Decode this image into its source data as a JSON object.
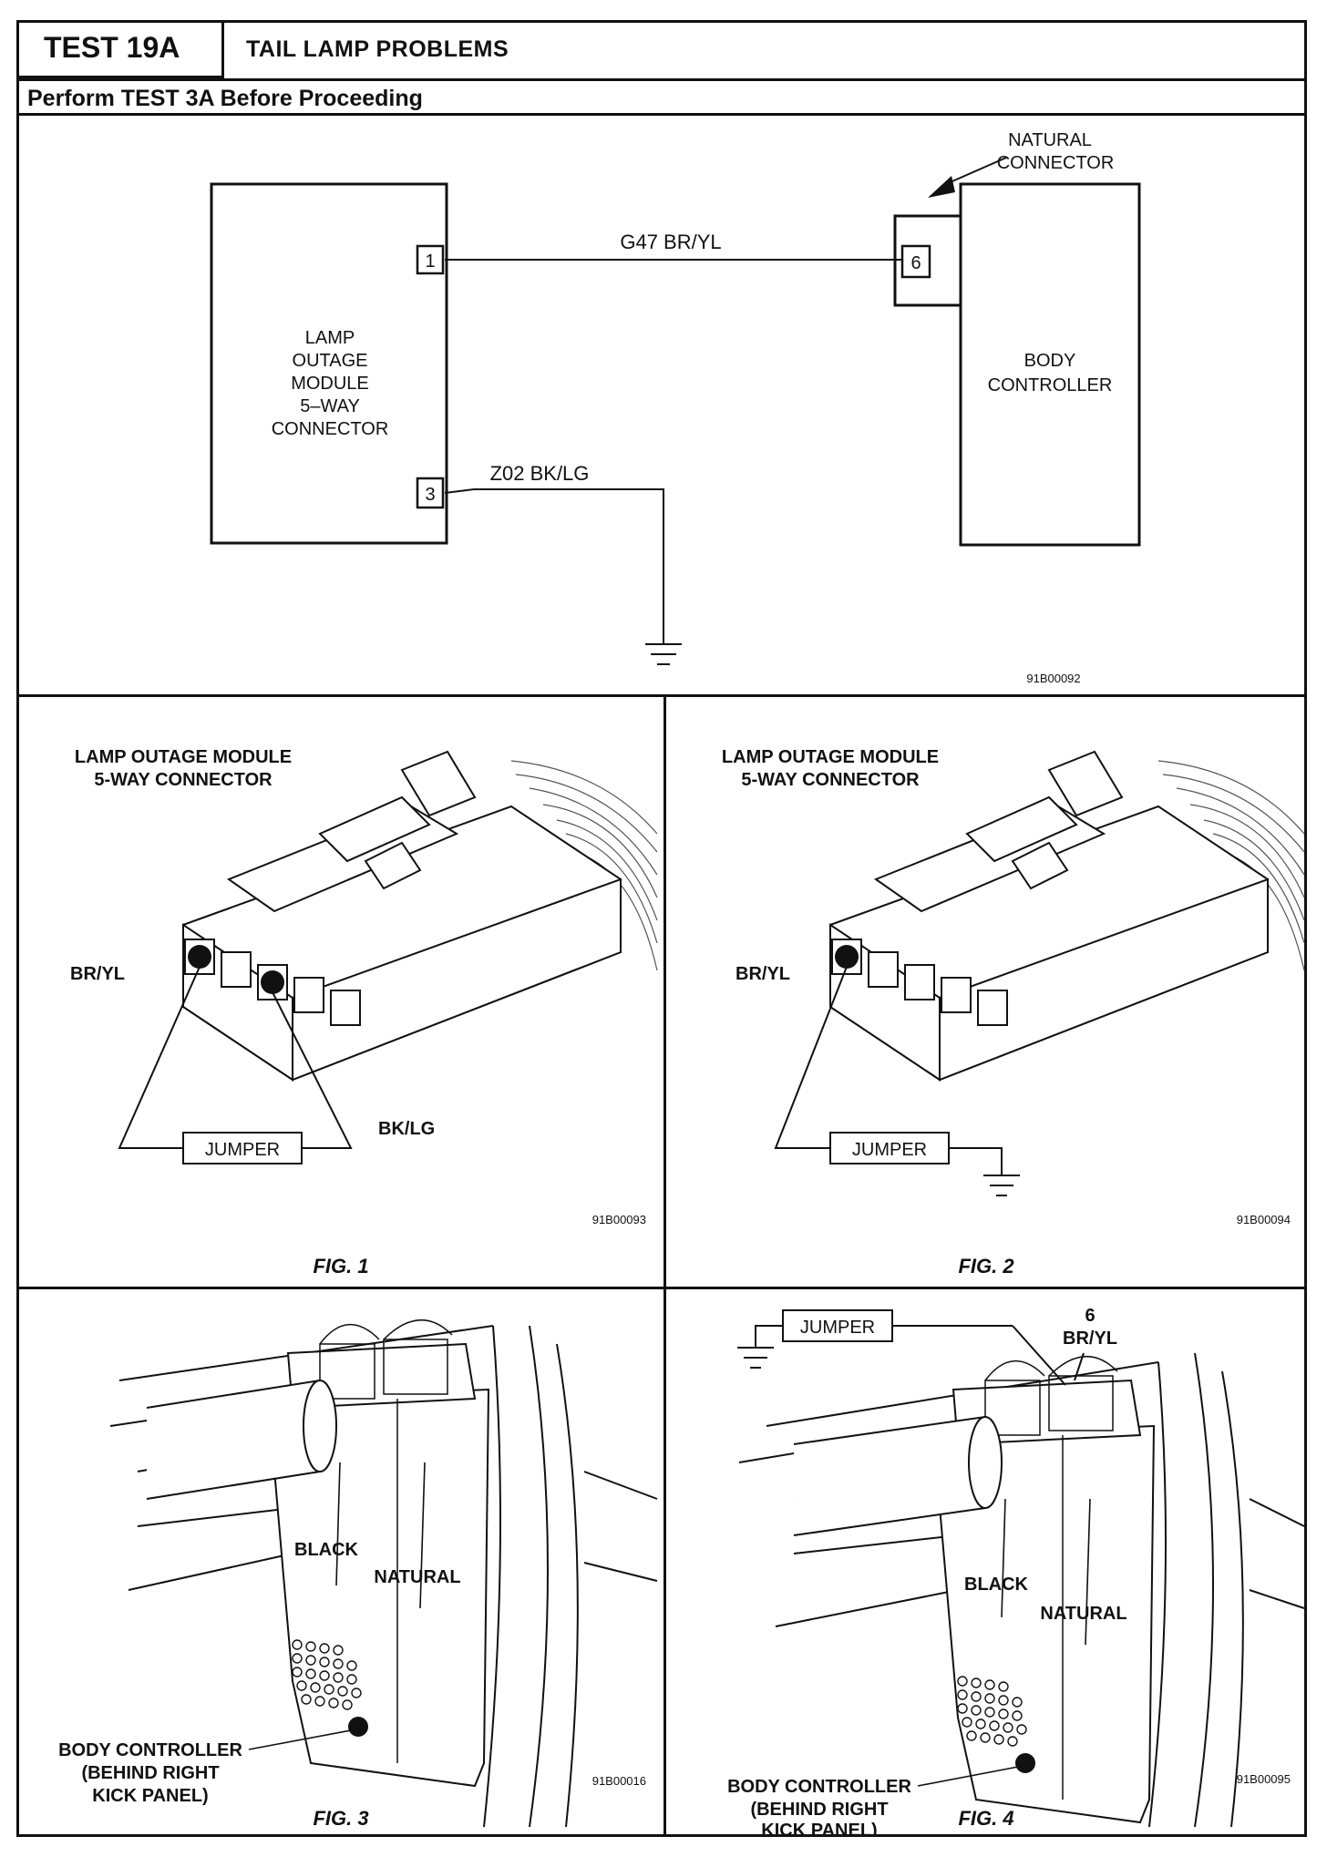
{
  "header": {
    "test_id": "TEST 19A",
    "title": "TAIL LAMP PROBLEMS",
    "subtitle": "Perform TEST 3A Before Proceeding"
  },
  "schematic": {
    "module_label_lines": [
      "LAMP",
      "OUTAGE",
      "MODULE",
      "5–WAY",
      "CONNECTOR"
    ],
    "module_pin_1": "1",
    "module_pin_3": "3",
    "wire_top": "G47  BR/YL",
    "wire_bottom": "Z02  BK/LG",
    "connector_callout_lines": [
      "NATURAL",
      "CONNECTOR"
    ],
    "controller_pin": "6",
    "controller_label_lines": [
      "BODY",
      "CONTROLLER"
    ],
    "code": "91B00092"
  },
  "fig1": {
    "title_lines": [
      "LAMP OUTAGE MODULE",
      "5-WAY CONNECTOR"
    ],
    "wire_a": "BR/YL",
    "wire_b": "BK/LG",
    "jumper": "JUMPER",
    "code": "91B00093",
    "caption": "FIG. 1"
  },
  "fig2": {
    "title_lines": [
      "LAMP OUTAGE MODULE",
      "5-WAY CONNECTOR"
    ],
    "wire_a": "BR/YL",
    "jumper": "JUMPER",
    "code": "91B00094",
    "caption": "FIG. 2"
  },
  "fig3": {
    "black": "BLACK",
    "natural": "NATURAL",
    "callout_lines": [
      "BODY CONTROLLER",
      "(BEHIND RIGHT",
      "KICK PANEL)"
    ],
    "code": "91B00016",
    "caption": "FIG. 3"
  },
  "fig4": {
    "jumper": "JUMPER",
    "pin": "6",
    "wire": "BR/YL",
    "black": "BLACK",
    "natural": "NATURAL",
    "callout_lines": [
      "BODY CONTROLLER",
      "(BEHIND RIGHT",
      "KICK PANEL)"
    ],
    "code": "91B00095",
    "caption": "FIG. 4"
  }
}
